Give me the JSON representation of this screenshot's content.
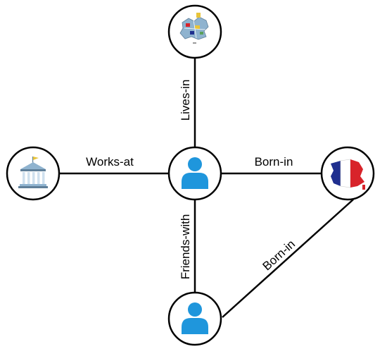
{
  "colors": {
    "person": "#1f96dc",
    "edge": "#000000",
    "france_blue": "#1f2f8f",
    "france_red": "#d8232a",
    "bank_light": "#cfe0ee",
    "bank_mid": "#8fb3cf",
    "bank_dark": "#5f7f99",
    "flag_yellow": "#e8c43a"
  },
  "nodes": [
    {
      "id": "person-main",
      "icon": "person-icon"
    },
    {
      "id": "person-friend",
      "icon": "person-icon"
    },
    {
      "id": "city",
      "icon": "city-map-icon"
    },
    {
      "id": "workplace",
      "icon": "bank-building-icon"
    },
    {
      "id": "country",
      "icon": "france-map-icon"
    }
  ],
  "edges": [
    {
      "from": "person-main",
      "to": "city",
      "label": "Lives-in"
    },
    {
      "from": "person-main",
      "to": "workplace",
      "label": "Works-at"
    },
    {
      "from": "person-main",
      "to": "country",
      "label": "Born-in"
    },
    {
      "from": "person-main",
      "to": "person-friend",
      "label": "Friends-with"
    },
    {
      "from": "person-friend",
      "to": "country",
      "label": "Born-in"
    }
  ]
}
